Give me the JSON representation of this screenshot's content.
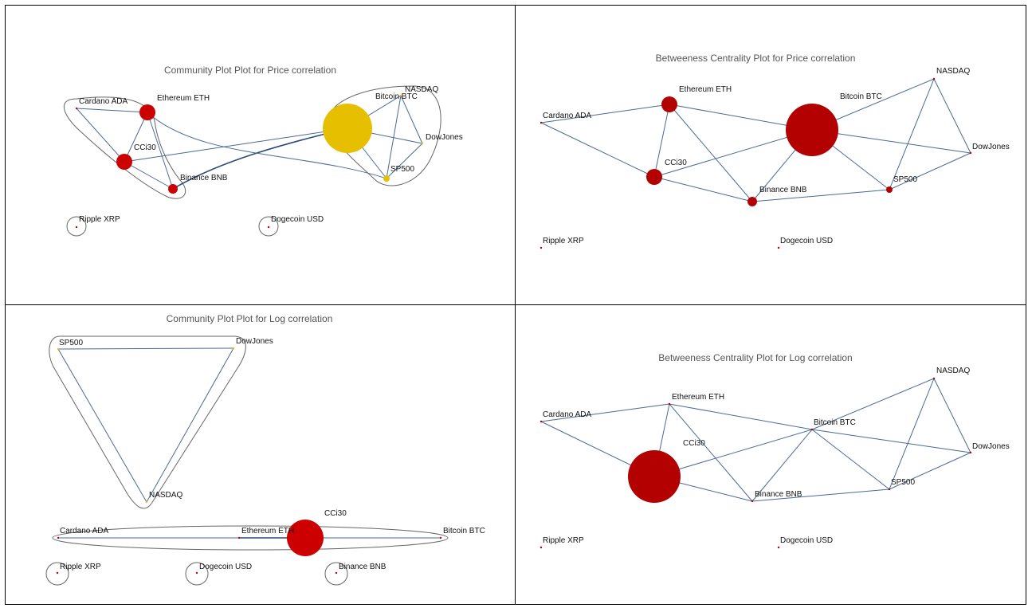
{
  "panels": [
    {
      "id": "community-price",
      "title": "Community Plot Plot for Price correlation",
      "labels": {
        "cardano": "Cardano ADA",
        "ethereum": "Ethereum ETH",
        "cci30": "CCi30",
        "binance": "Binance BNB",
        "bitcoin": "Bitcoin BTC",
        "nasdaq": "NASDAQ",
        "dowjones": "DowJones",
        "sp500": "SP500",
        "ripple": "Ripple XRP",
        "dogecoin": "Dogecoin USD"
      }
    },
    {
      "id": "betweenness-price",
      "title": "Betweeness Centrality Plot for Price correlation",
      "labels": {
        "cardano": "Cardano ADA",
        "ethereum": "Ethereum ETH",
        "cci30": "CCi30",
        "binance": "Binance BNB",
        "bitcoin": "Bitcoin BTC",
        "nasdaq": "NASDAQ",
        "dowjones": "DowJones",
        "sp500": "SP500",
        "ripple": "Ripple XRP",
        "dogecoin": "Dogecoin USD"
      }
    },
    {
      "id": "community-log",
      "title": "Community Plot Plot for Log correlation",
      "labels": {
        "sp500": "SP500",
        "dowjones": "DowJones",
        "nasdaq": "NASDAQ",
        "cardano": "Cardano ADA",
        "ethereum": "Ethereum ETH",
        "cci30": "CCi30",
        "bitcoin": "Bitcoin BTC",
        "ripple": "Ripple XRP",
        "dogecoin": "Dogecoin USD",
        "binance": "Binance BNB"
      }
    },
    {
      "id": "betweenness-log",
      "title": "Betweeness Centrality Plot for Log correlation",
      "labels": {
        "cardano": "Cardano ADA",
        "ethereum": "Ethereum ETH",
        "cci30": "CCi30",
        "binance": "Binance BNB",
        "bitcoin": "Bitcoin BTC",
        "nasdaq": "NASDAQ",
        "dowjones": "DowJones",
        "sp500": "SP500",
        "ripple": "Ripple XRP",
        "dogecoin": "Dogecoin USD"
      }
    }
  ],
  "colors": {
    "red": "#cc0000",
    "dark_red": "#b30000",
    "gold": "#e6c000",
    "edge": "#4a6a96",
    "hull": "#666666",
    "title": "#555555"
  }
}
